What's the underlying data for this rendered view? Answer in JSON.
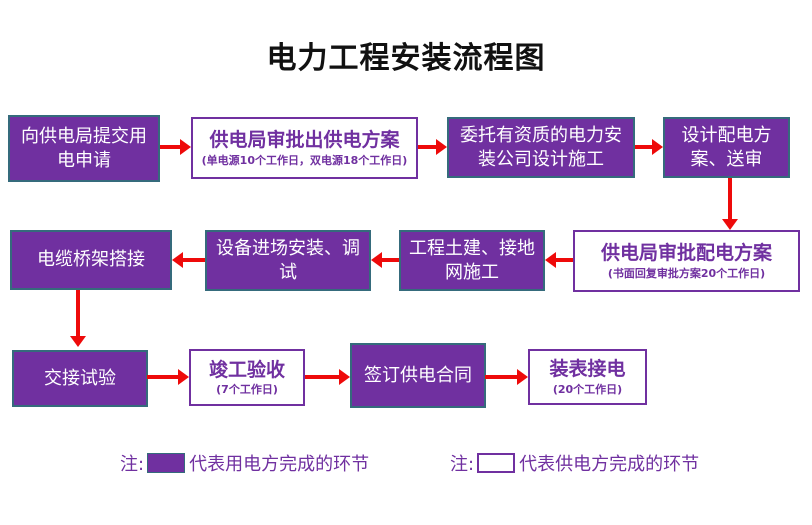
{
  "title": "电力工程安装流程图",
  "colors": {
    "consumer_fill": "#7030A0",
    "consumer_border": "#356B7C",
    "supplier_border": "#7030A0",
    "supplier_text": "#7030A0",
    "arrow": "#EE0A0A",
    "title_text": "#111111"
  },
  "nodes": [
    {
      "id": "apply",
      "label": "向供电局提交用电申请",
      "sub": "",
      "party": "consumer"
    },
    {
      "id": "approve-supply-plan",
      "label": "供电局审批出供电方案",
      "sub": "(单电源10个工作日，双电源18个工作日)",
      "party": "supplier"
    },
    {
      "id": "entrust-company",
      "label": "委托有资质的电力安装公司设计施工",
      "sub": "",
      "party": "consumer"
    },
    {
      "id": "design-distribution",
      "label": "设计配电方案、送审",
      "sub": "",
      "party": "consumer"
    },
    {
      "id": "approve-distribution-plan",
      "label": "供电局审批配电方案",
      "sub": "(书面回复审批方案20个工作日)",
      "party": "supplier"
    },
    {
      "id": "civil-grounding",
      "label": "工程土建、接地网施工",
      "sub": "",
      "party": "consumer"
    },
    {
      "id": "equipment-install",
      "label": "设备进场安装、调试",
      "sub": "",
      "party": "consumer"
    },
    {
      "id": "cable-tray",
      "label": "电缆桥架搭接",
      "sub": "",
      "party": "consumer"
    },
    {
      "id": "handover-test",
      "label": "交接试验",
      "sub": "",
      "party": "consumer"
    },
    {
      "id": "completion-acceptance",
      "label": "竣工验收",
      "sub": "(7个工作日)",
      "party": "supplier"
    },
    {
      "id": "sign-contract",
      "label": "签订供电合同",
      "sub": "",
      "party": "consumer"
    },
    {
      "id": "meter-connection",
      "label": "装表接电",
      "sub": "(20个工作日)",
      "party": "supplier"
    }
  ],
  "legend": [
    {
      "prefix": "注:",
      "label": "代表用电方完成的环节",
      "swatch": "purple"
    },
    {
      "prefix": "注:",
      "label": "代表供电方完成的环节",
      "swatch": "white"
    }
  ]
}
